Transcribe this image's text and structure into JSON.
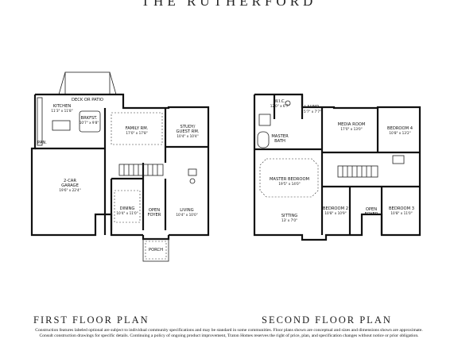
{
  "title": "THE RUTHERFORD",
  "first_floor": {
    "label": "FIRST FLOOR PLAN",
    "rooms": {
      "deck": "DECK OR PATIO",
      "kitchen": "KITCHEN",
      "kitchen_dim": "11'3\" x 11'8\"",
      "brkfst": "BRKFST.",
      "brkfst_dim": "10'7\" x 9'8\"",
      "family": "FAMILY RM.",
      "family_dim": "17'0\" x 17'8\"",
      "study": "STUDY/",
      "study2": "GUEST RM.",
      "study_dim": "10'4\" x 10'4\"",
      "pan": "PAN.",
      "garage": "2-CAR",
      "garage2": "GARAGE",
      "garage_dim": "19'6\" x 22'4\"",
      "dining": "DINING",
      "dining_dim": "10'4\" x 11'0\"",
      "foyer": "OPEN",
      "foyer2": "FOYER",
      "living": "LIVING",
      "living_dim": "10'4\" x 10'0\"",
      "porch": "PORCH"
    }
  },
  "second_floor": {
    "label": "SECOND FLOOR PLAN",
    "rooms": {
      "wic": "W.I.C.",
      "wic_dim": "12'0\" x 6'7\"",
      "laund": "LAUND.",
      "laund_dim": "5'7\" x 7'7\"",
      "media": "MEDIA ROOM",
      "media_dim": "17'0\" x 13'0\"",
      "bed4": "BEDROOM 4",
      "bed4_dim": "10'8\" x 13'2\"",
      "mbath": "MASTER",
      "mbath2": "BATH",
      "mbed": "MASTER BEDROOM",
      "mbed_dim": "19'5\" x 14'0\"",
      "sitting": "SITTING",
      "sitting_dim": "13' x 7'0\"",
      "bed2": "BEDROOM 2",
      "bed2_dim": "10'8\" x 10'9\"",
      "open": "OPEN",
      "foyer": "FOYER",
      "bed3": "BEDROOM 3",
      "bed3_dim": "10'8\" x 11'0\""
    }
  },
  "footer": {
    "line1": "Construction features labeled optional are subject to individual community specifications and may be standard in some communities. Floor plans shown are conceptual and sizes and dimensions shown are approximate.",
    "line2": "Consult construction drawings for specific details. Continuing a policy of ongoing product improvement, Traton Homes reserves the right of price, plan, and specification changes without notice or prior obligation."
  }
}
